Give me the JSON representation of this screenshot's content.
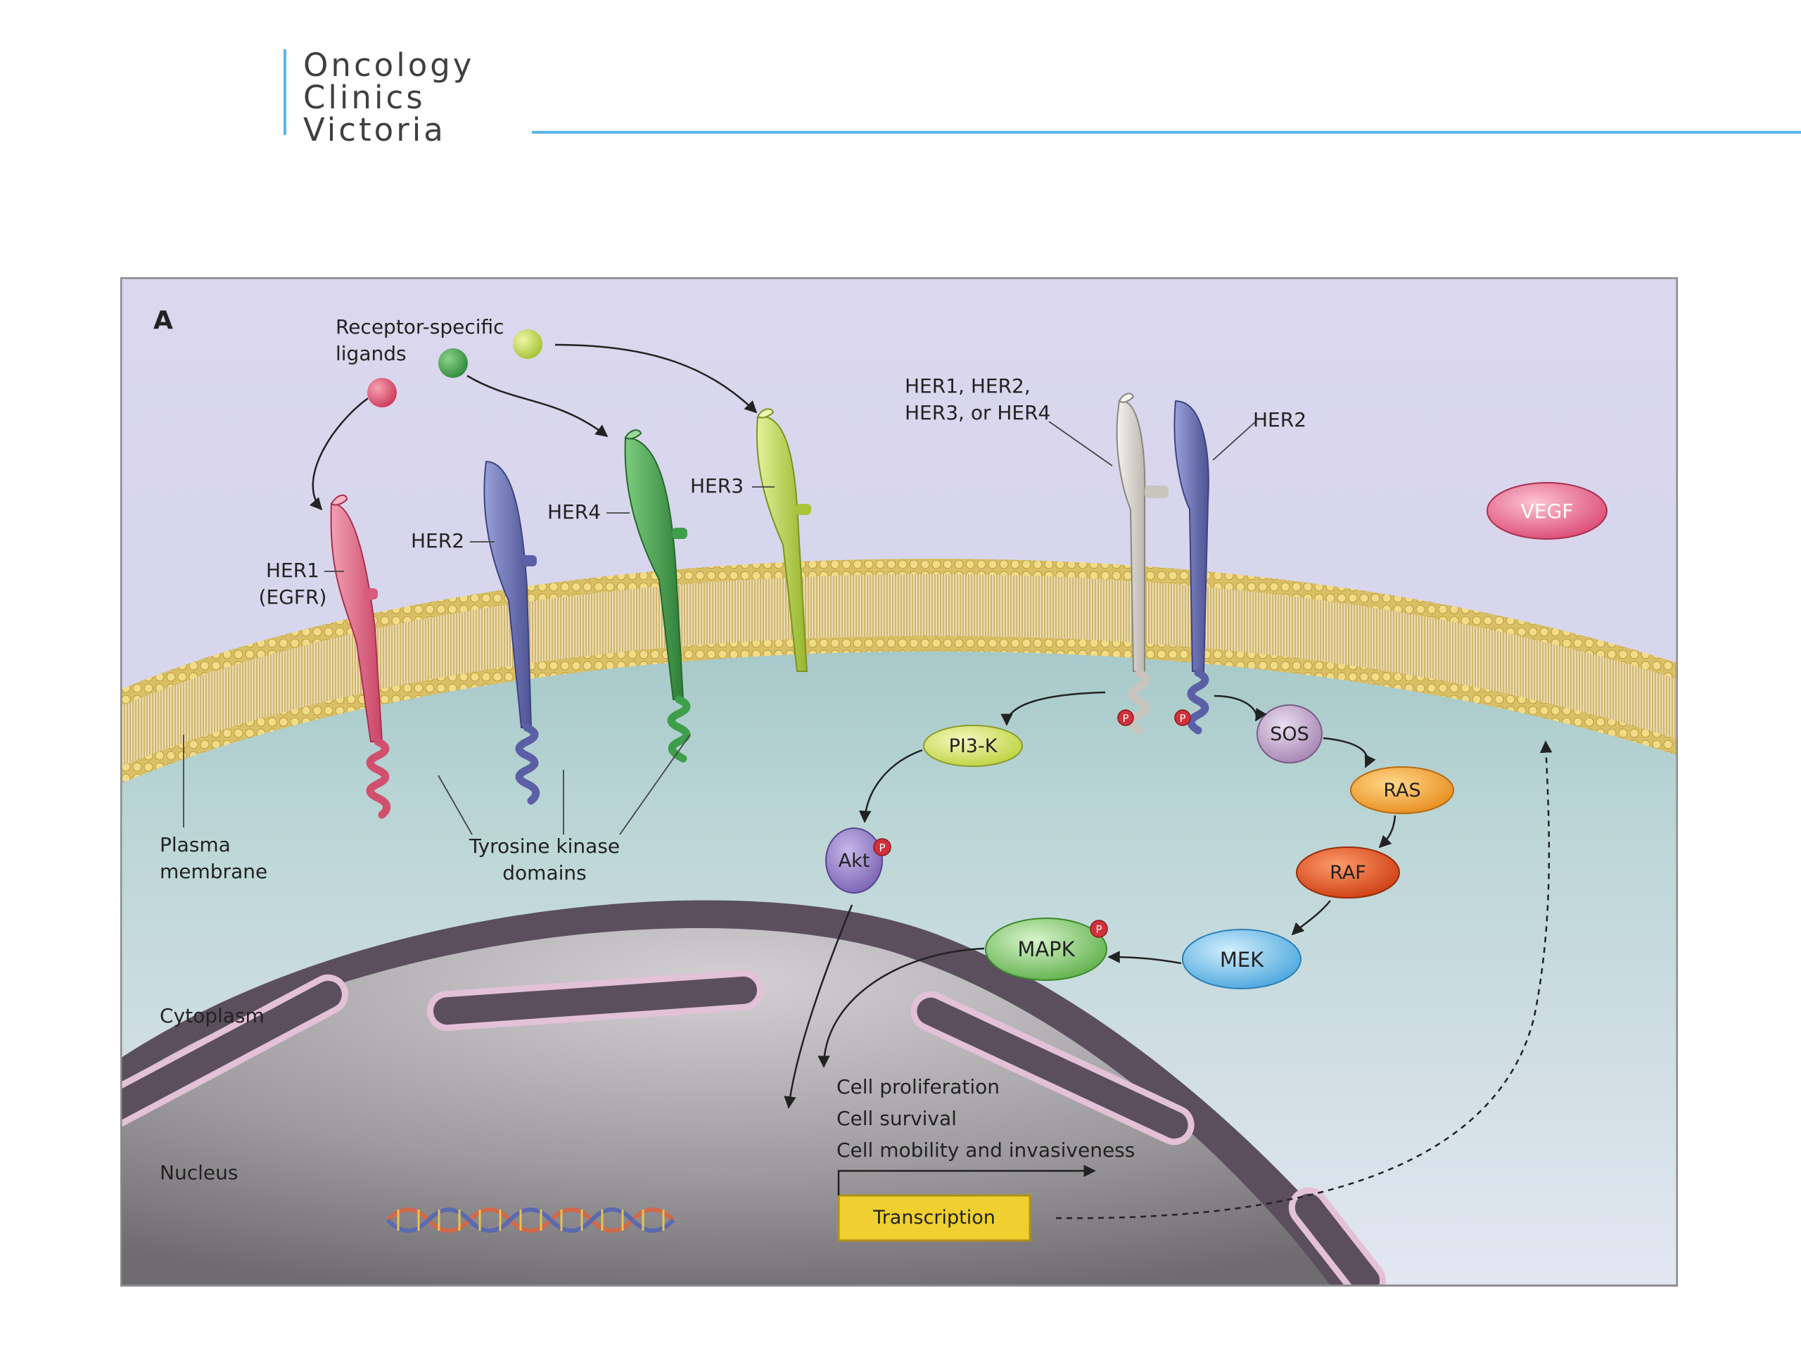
{
  "logo": {
    "line1": "Oncology",
    "line2": "Clinics",
    "line3": "Victoria"
  },
  "figure": {
    "panel_label": "A",
    "ligands_label_1": "Receptor-specific",
    "ligands_label_2": "ligands",
    "her1_label_1": "HER1",
    "her1_label_2": "(EGFR)",
    "her2_label": "HER2",
    "her4_label": "HER4",
    "her3_label": "HER3",
    "dimer_label_1": "HER1, HER2,",
    "dimer_label_2": "HER3, or HER4",
    "dimer_her2_label": "HER2",
    "plasma_label_1": "Plasma",
    "plasma_label_2": "membrane",
    "tk_label_1": "Tyrosine kinase",
    "tk_label_2": "domains",
    "cytoplasm_label": "Cytoplasm",
    "nucleus_label": "Nucleus",
    "vegf": "VEGF",
    "pi3k": "PI3-K",
    "akt": "Akt",
    "sos": "SOS",
    "ras": "RAS",
    "raf": "RAF",
    "mek": "MEK",
    "mapk": "MAPK",
    "phospho": "P",
    "outcome_1": "Cell proliferation",
    "outcome_2": "Cell survival",
    "outcome_3": "Cell mobility and invasiveness",
    "transcription": "Transcription"
  },
  "colors": {
    "accent": "#5bb6e6",
    "her1": "#e0607e",
    "her2": "#6a6fb0",
    "her4": "#3e9e4a",
    "her3": "#b5d13f",
    "membrane": "#e5c96a",
    "transcription_box": "#f0d030"
  }
}
